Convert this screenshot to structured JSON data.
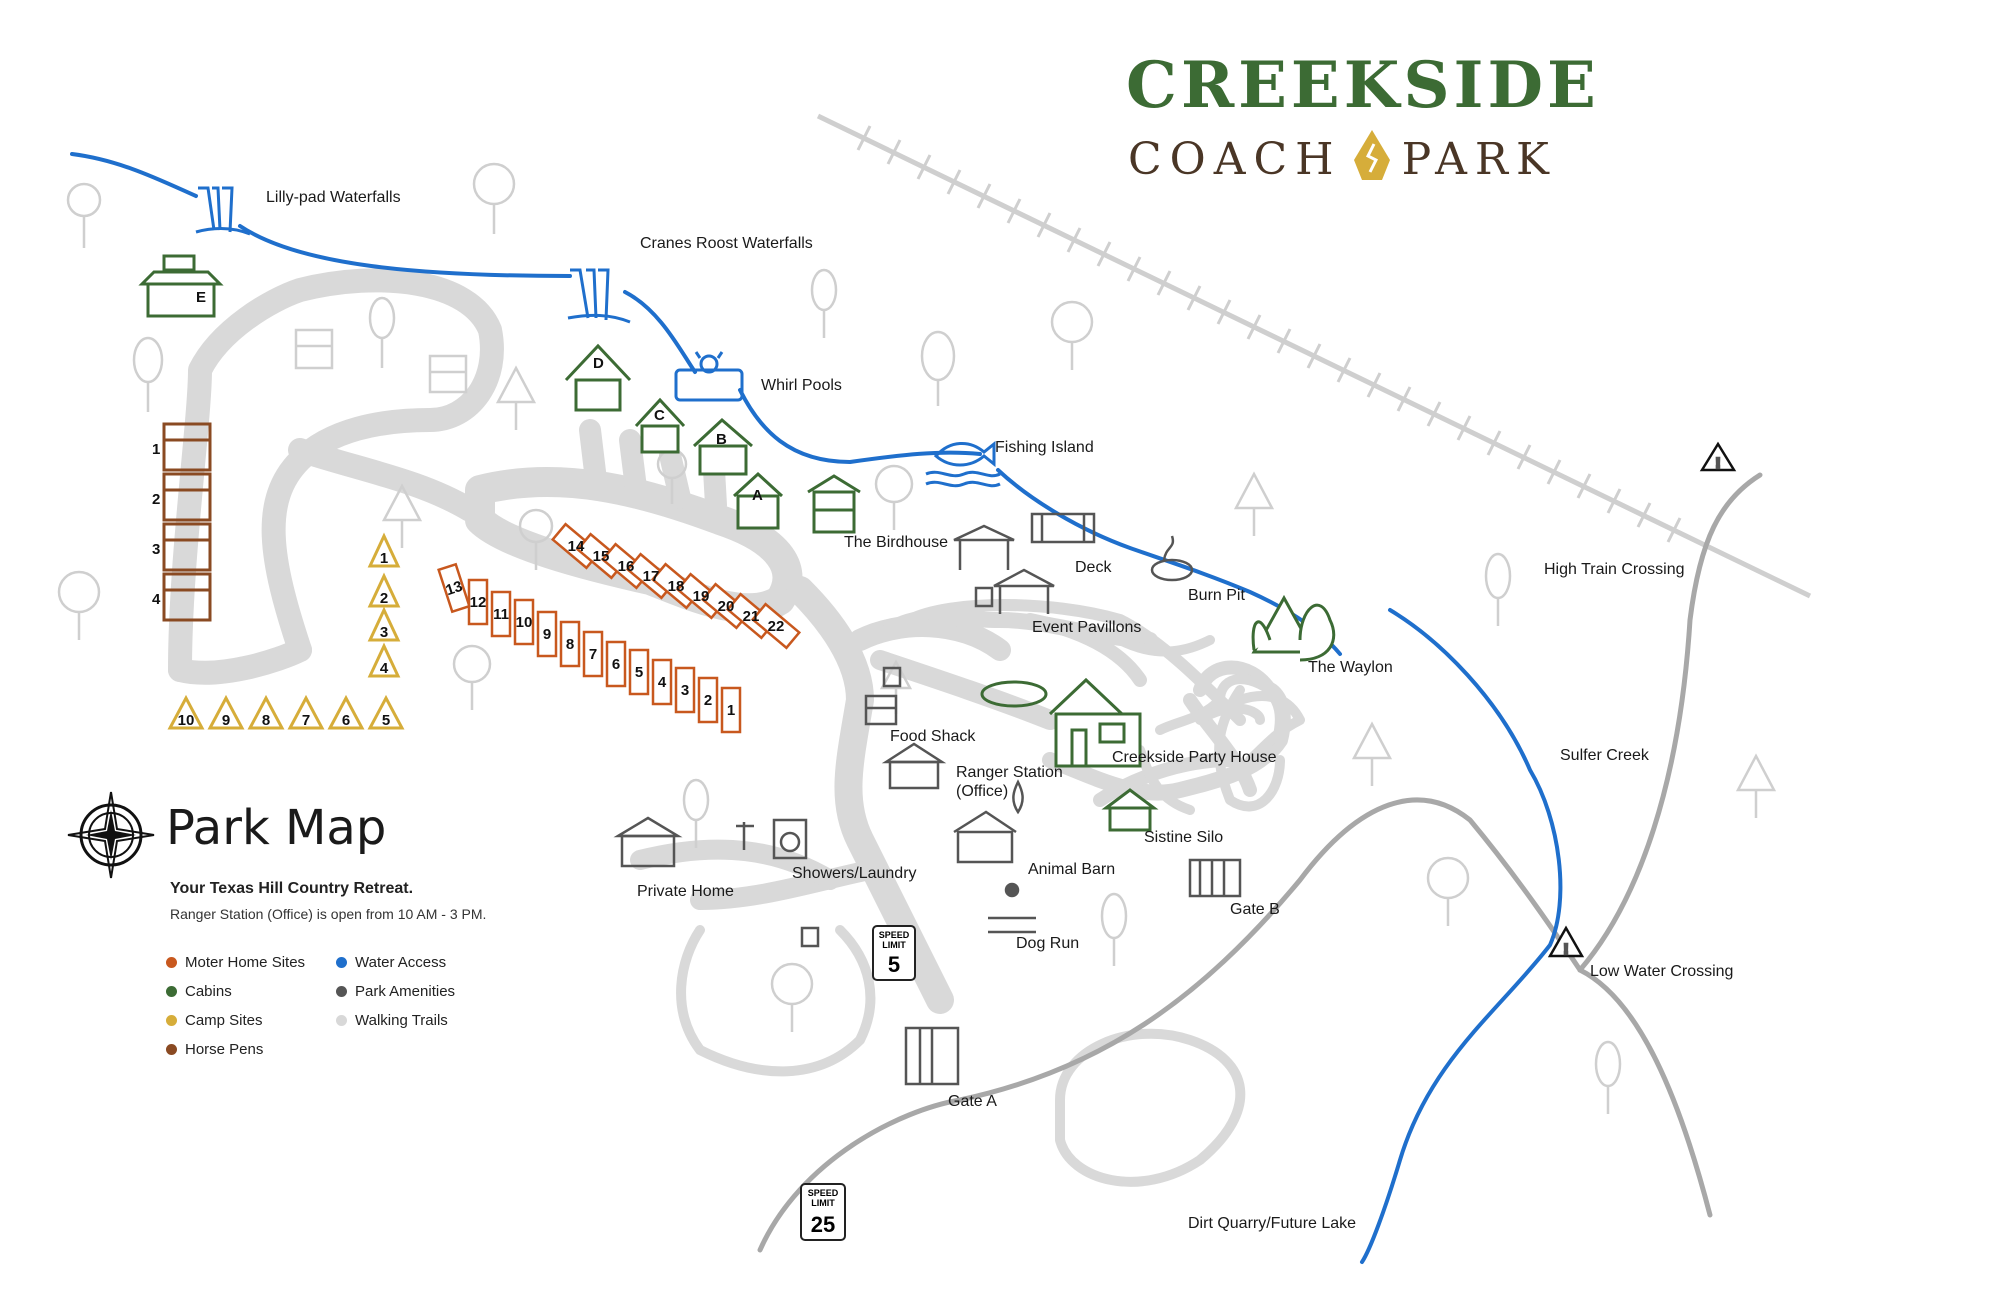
{
  "brand": {
    "line1": "CREEKSIDE",
    "line2_left": "COACH",
    "line2_right": "PARK",
    "colors": {
      "green": "#3c6b34",
      "brown": "#4a3626",
      "gold": "#d6ad3a"
    }
  },
  "heading": {
    "title": "Park Map",
    "tagline": "Your Texas Hill Country Retreat.",
    "hours": "Ranger Station (Office) is open from 10 AM - 3 PM."
  },
  "legend": [
    {
      "label": "Moter Home Sites",
      "color": "#c8581e"
    },
    {
      "label": "Water Access",
      "color": "#1f6fcc"
    },
    {
      "label": "Cabins",
      "color": "#3c6b34"
    },
    {
      "label": "Park Amenities",
      "color": "#555555"
    },
    {
      "label": "Camp Sites",
      "color": "#d6ad3a"
    },
    {
      "label": "Walking Trails",
      "color": "#d8d8d8"
    },
    {
      "label": "Horse Pens",
      "color": "#8a4a22"
    }
  ],
  "places": {
    "lilly_pad": "Lilly-pad Waterfalls",
    "cranes_roost": "Cranes Roost Waterfalls",
    "whirl_pools": "Whirl Pools",
    "fishing_island": "Fishing Island",
    "birdhouse": "The Birdhouse",
    "deck": "Deck",
    "burn_pit": "Burn Pit",
    "event_pavillons": "Event Pavillons",
    "waylon": "The Waylon",
    "high_train": "High Train Crossing",
    "food_shack": "Food Shack",
    "ranger_station": "Ranger Station",
    "ranger_office": "(Office)",
    "party_house": "Creekside Party House",
    "sulfer_creek": "Sulfer Creek",
    "sistine_silo": "Sistine Silo",
    "private_home": "Private Home",
    "showers": "Showers/Laundry",
    "animal_barn": "Animal Barn",
    "gate_b": "Gate B",
    "dog_run": "Dog Run",
    "low_water": "Low Water Crossing",
    "gate_a": "Gate A",
    "dirt_quarry": "Dirt Quarry/Future Lake"
  },
  "cabins": [
    "A",
    "B",
    "C",
    "D",
    "E"
  ],
  "horse_pens": [
    "1",
    "2",
    "3",
    "4"
  ],
  "camp_sites": [
    "1",
    "2",
    "3",
    "4",
    "10",
    "9",
    "8",
    "7",
    "6",
    "5"
  ],
  "rv_outer": [
    "13",
    "12",
    "11",
    "10",
    "9",
    "8",
    "7",
    "6",
    "5",
    "4",
    "3",
    "2",
    "1"
  ],
  "rv_inner": [
    "14",
    "15",
    "16",
    "17",
    "18",
    "19",
    "20",
    "21",
    "22"
  ],
  "speed_signs": [
    {
      "top": "SPEED",
      "mid": "LIMIT",
      "value": "5"
    },
    {
      "top": "SPEED",
      "mid": "LIMIT",
      "value": "25"
    }
  ]
}
